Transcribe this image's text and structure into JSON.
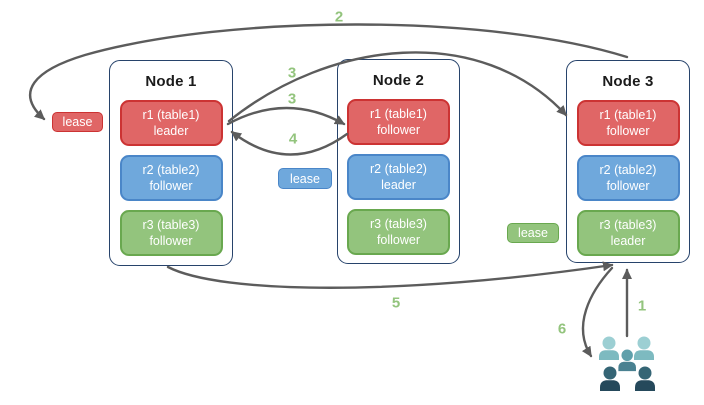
{
  "nodes": [
    {
      "title": "Node 1",
      "replicas": [
        {
          "name": "r1 (table1)",
          "role": "leader",
          "color": "#e06666"
        },
        {
          "name": "r2 (table2)",
          "role": "follower",
          "color": "#6fa8dc"
        },
        {
          "name": "r3 (table3)",
          "role": "follower",
          "color": "#93c47d"
        }
      ]
    },
    {
      "title": "Node 2",
      "replicas": [
        {
          "name": "r1 (table1)",
          "role": "follower",
          "color": "#e06666"
        },
        {
          "name": "r2 (table2)",
          "role": "leader",
          "color": "#6fa8dc"
        },
        {
          "name": "r3 (table3)",
          "role": "follower",
          "color": "#93c47d"
        }
      ]
    },
    {
      "title": "Node 3",
      "replicas": [
        {
          "name": "r1 (table1)",
          "role": "follower",
          "color": "#e06666"
        },
        {
          "name": "r2 (table2)",
          "role": "follower",
          "color": "#6fa8dc"
        },
        {
          "name": "r3 (table3)",
          "role": "leader",
          "color": "#93c47d"
        }
      ]
    }
  ],
  "leases": [
    {
      "label": "lease",
      "color": "#e06666"
    },
    {
      "label": "lease",
      "color": "#6fa8dc"
    },
    {
      "label": "lease",
      "color": "#93c47d"
    }
  ],
  "arrows": [
    {
      "label": "2",
      "from": "Node 3",
      "to": "red lease badge"
    },
    {
      "label": "3",
      "from": "Node 1 r1 leader",
      "to": "Node 3 r1 follower"
    },
    {
      "label": "3",
      "from": "Node 1 r1 leader",
      "to": "Node 2 r1 follower"
    },
    {
      "label": "4",
      "from": "Node 2 r1 follower",
      "to": "Node 1 r1 leader"
    },
    {
      "label": "5",
      "from": "Node 1",
      "to": "Node 3 r3 leader"
    },
    {
      "label": "1",
      "from": "clients",
      "to": "Node 3 r3 leader"
    },
    {
      "label": "6",
      "from": "Node 3 r3 leader",
      "to": "clients"
    }
  ],
  "colors": {
    "arrow": "#5c5c5c",
    "number_label": "#93c47d",
    "node_border": "#27436b",
    "red_fill": "#e06666",
    "red_border": "#cc3333",
    "blue_fill": "#6fa8dc",
    "blue_border": "#4a86c8",
    "green_fill": "#93c47d",
    "green_border": "#69a84f"
  },
  "users_icon": {
    "light_head": "#9ccfd3",
    "light_body": "#7dbac0",
    "medium_head": "#5fa0ab",
    "medium_body": "#4a8191",
    "dark_head": "#356575",
    "dark_body": "#25495b"
  }
}
